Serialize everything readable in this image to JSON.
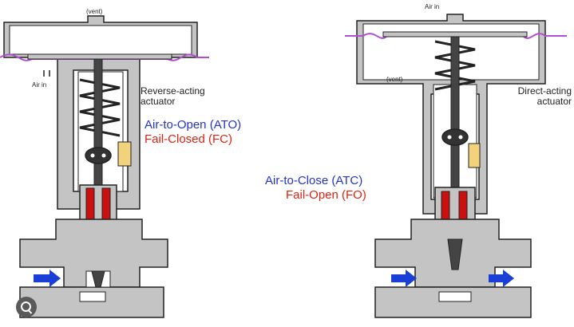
{
  "left_valve": {
    "vent_label": "(vent)",
    "air_in_label": "Air in",
    "actuator_label": "Reverse-acting actuator",
    "action_label": "Air-to-Open (ATO)",
    "failure_label": "Fail-Closed (FC)"
  },
  "right_valve": {
    "air_in_label": "Air in",
    "vent_label": "(vent)",
    "actuator_label": "Direct-acting actuator",
    "action_label": "Air-to-Close (ATC)",
    "failure_label": "Fail-Open (FO)"
  },
  "colors": {
    "body_gray": "#c4c4c4",
    "outline": "#222222",
    "diaphragm": "#b04fd0",
    "seal_red": "#cc1010",
    "flow_arrow": "#1a3fd6",
    "action_blue": "#2233cc",
    "failure_red": "#dd2211"
  },
  "icons": {
    "search_overlay": "magnifier-icon",
    "flow": "arrow-right-icon"
  }
}
